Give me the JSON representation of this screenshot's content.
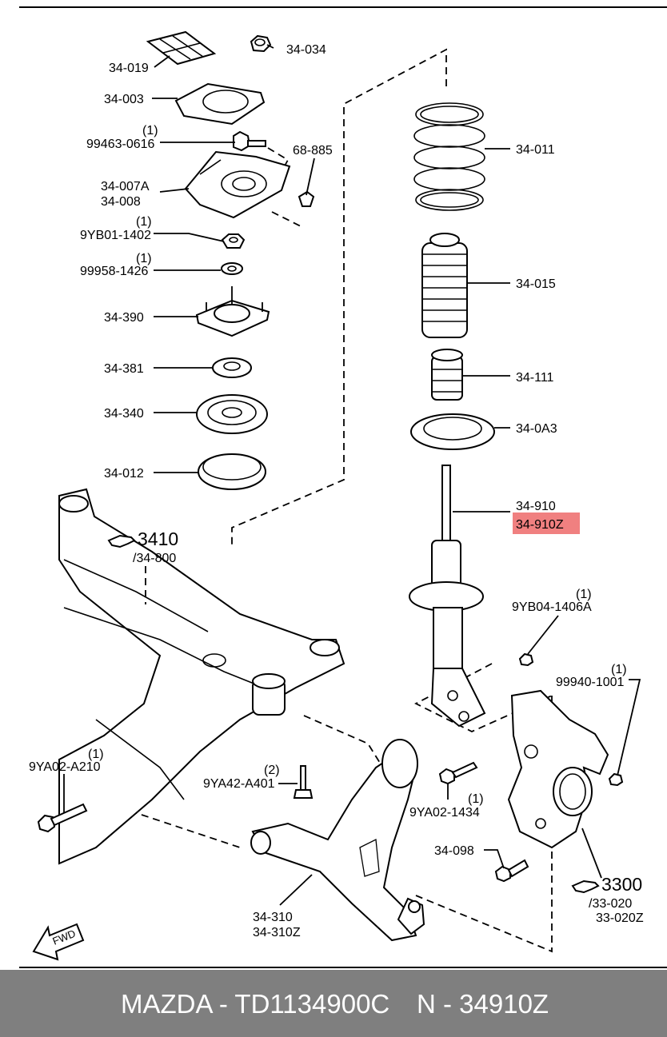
{
  "parts": {
    "p34_019": "34-019",
    "p34_034": "34-034",
    "p34_003": "34-003",
    "p99463_qty": "(1)",
    "p99463": "99463-0616",
    "p68_885": "68-885",
    "p34_007a": "34-007A",
    "p34_008": "34-008",
    "p9yb01_qty": "(1)",
    "p9yb01": "9YB01-1402",
    "p99958_qty": "(1)",
    "p99958": "99958-1426",
    "p34_390": "34-390",
    "p34_381": "34-381",
    "p34_340": "34-340",
    "p34_012": "34-012",
    "p34_011": "34-011",
    "p34_015": "34-015",
    "p34_111": "34-111",
    "p34_0a3": "34-0A3",
    "p34_910": "34-910",
    "p34_910z": "34-910Z",
    "p9yb04_qty": "(1)",
    "p9yb04": "9YB04-1406A",
    "p99940_qty": "(1)",
    "p99940": "99940-1001",
    "ref3410": "3410",
    "ref34_800": "/34-800",
    "p9ya02a_qty": "(1)",
    "p9ya02a": "9YA02-A210",
    "p9ya42_qty": "(2)",
    "p9ya42": "9YA42-A401",
    "p9ya02_1434_qty": "(1)",
    "p9ya02_1434": "9YA02-1434",
    "p34_098": "34-098",
    "ref3300": "3300",
    "ref33_020": "/33-020",
    "ref33_020z": "33-020Z",
    "p34_310": "34-310",
    "p34_310z": "34-310Z",
    "fwd": "FWD"
  },
  "highlight_color": "#f08080",
  "footer": {
    "brand_part": "MAZDA - TD1134900C",
    "number": "N - 34910Z"
  }
}
